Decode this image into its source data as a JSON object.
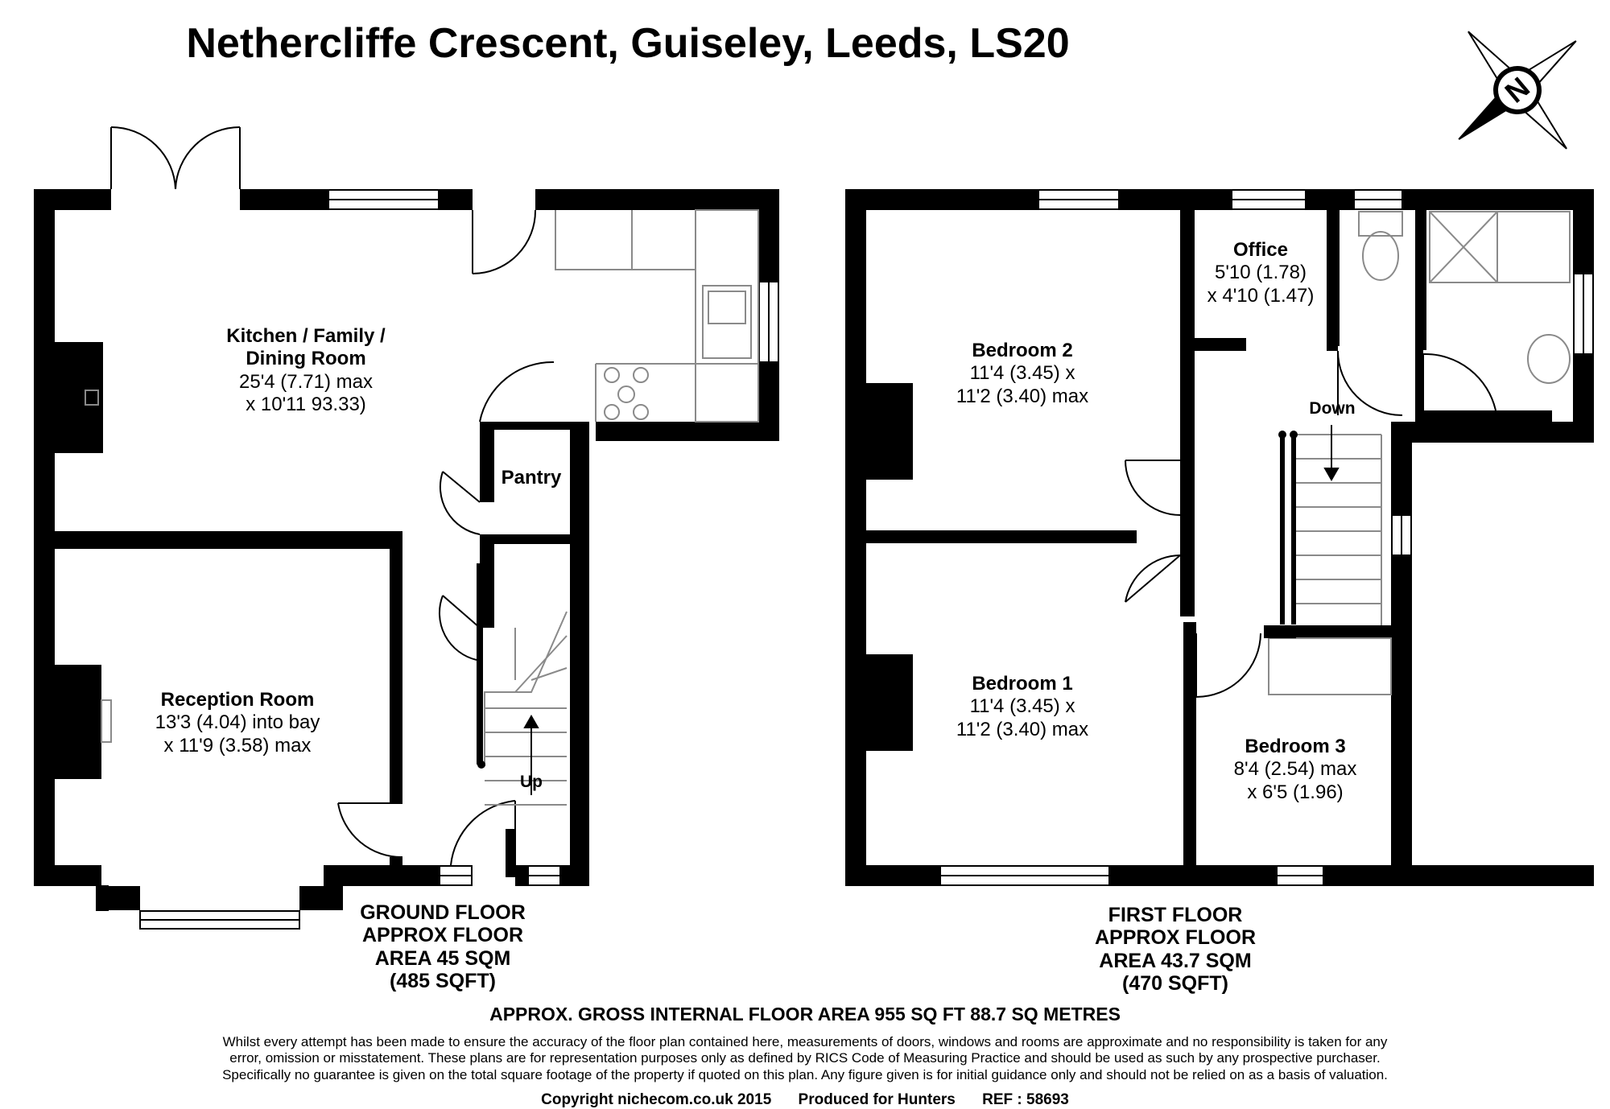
{
  "title": "Nethercliffe Crescent, Guiseley, Leeds, LS20",
  "compass_letter": "N",
  "ground_floor": {
    "rooms": [
      {
        "name": "Kitchen / Family /",
        "name2": "Dining Room",
        "dim1": "25'4 (7.71) max",
        "dim2": "x 10'11 93.33)"
      },
      {
        "name": "Reception Room",
        "dim1": "13'3 (4.04) into bay",
        "dim2": "x 11'9 (3.58) max"
      },
      {
        "name": "Pantry"
      }
    ],
    "stairs_label": "Up",
    "label": [
      "GROUND FLOOR",
      "APPROX FLOOR",
      "AREA 45 SQM",
      "(485 SQFT)"
    ]
  },
  "first_floor": {
    "rooms": [
      {
        "name": "Bedroom 2",
        "dim1": "11'4 (3.45) x",
        "dim2": "11'2 (3.40) max"
      },
      {
        "name": "Office",
        "dim1": "5'10 (1.78)",
        "dim2": "x 4'10 (1.47)"
      },
      {
        "name": "Bedroom 1",
        "dim1": "11'4 (3.45) x",
        "dim2": "11'2 (3.40) max"
      },
      {
        "name": "Bedroom 3",
        "dim1": "8'4 (2.54) max",
        "dim2": "x 6'5 (1.96)"
      }
    ],
    "stairs_label": "Down",
    "label": [
      "FIRST FLOOR",
      "APPROX FLOOR",
      "AREA 43.7 SQM",
      "(470 SQFT)"
    ]
  },
  "gross_area": "APPROX. GROSS INTERNAL FLOOR AREA 955 SQ FT 88.7 SQ METRES",
  "disclaimer": [
    "Whilst every attempt has been made to ensure the accuracy of the floor plan contained here, measurements of doors, windows and rooms are approximate and no responsibility is taken for any",
    "error, omission or misstatement. These plans are for representation purposes only as defined by RICS Code of Measuring Practice and should be used as such by any prospective purchaser.",
    "Specifically no guarantee is given on the total square footage of the property if quoted on this plan. Any figure given is for initial guidance only and should not be relied on as a basis of valuation."
  ],
  "copyright": {
    "text": "Copyright nichecom.co.uk 2015",
    "produced_for": "Produced for Hunters",
    "ref": "REF : 58693"
  },
  "colors": {
    "wall": "#000000",
    "background": "#ffffff",
    "fixture": "#8a8a8a"
  }
}
